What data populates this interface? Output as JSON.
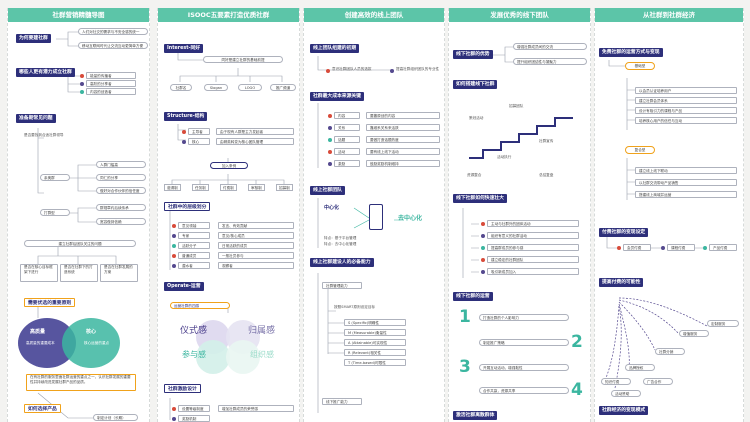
{
  "columns": [
    {
      "id": "c1",
      "title": "社群营销精髓导图"
    },
    {
      "id": "c2",
      "title": "ISOOC五要素打造优质社群"
    },
    {
      "id": "c3",
      "title": "创建高效的线上团队"
    },
    {
      "id": "c4",
      "title": "发展优秀的线下团队"
    },
    {
      "id": "c5",
      "title": "从社群到社群经济"
    }
  ],
  "c1": {
    "s1": "为何要建社群",
    "s1_items": [
      "人们对社交的需求与不安全感的统一",
      "移动互联网时代让交流互动更简单方便"
    ],
    "s2": "哪些人更有潜力成立社群",
    "s2_items": [
      "能量的传播者",
      "高阶的分享者",
      "内容的创造者"
    ],
    "s3": "准备期常见问题",
    "s3a": "是否要找到合适社群领导",
    "s3a_sub1": "亲奥群",
    "s3a_sub2": "打群型",
    "s3a_items": [
      "人群门槛高",
      "同仁的分享",
      "做好对合作伙伴的信任度"
    ],
    "s3b_items": [
      "群规章约后续传承",
      "宽容做到信赖"
    ],
    "s3c": "建立社群后团队关注的问题",
    "s3c_items": [
      "是否在核心目标框架下进行",
      "是否在社群下的打造系统",
      "是否在社群发展的方案"
    ],
    "s4": "需要优选的重要原则",
    "venn_left": "高质量的重要成本",
    "venn_right": "核心运营的重点",
    "venn_left_top": "高质量",
    "venn_right_top": "核心",
    "s4_note": "在有社群的服务里面社群运营的重点之一，认识社群发展的重要性并持续改进发展社群产品的品质。",
    "s5": "如何选择产品",
    "s5_item": "制定计划（长期）"
  },
  "c2": {
    "s1": "Interest-同好",
    "s1_sub": "同好是建立社群的基础前提",
    "s1_items": [
      "社群名",
      "Slogan",
      "LOGO",
      "推广频道"
    ],
    "s2": "Structure-结构",
    "s2_items": [
      "由于现有人群是主力发起者",
      "由精英转变为核心团队管理"
    ],
    "s2_sub": "加入条例",
    "s2_tags": [
      "邀请制",
      "任务制",
      "付费制",
      "审核制",
      "招募制"
    ],
    "s3": "社群中的层级划分",
    "s3_items": [
      "意见领袖",
      "专家",
      "活跃分子",
      "普通成员",
      "潜水者"
    ],
    "s3_right": [
      "发言、有效贡献",
      "意见/核心成员",
      "日常活跃的成员",
      "一般社员参与",
      "观察者"
    ],
    "s4": "Operate-运营",
    "s4_sub": "运营社群的四感",
    "feel": [
      "仪式感",
      "归属感",
      "参与感",
      "组织感"
    ],
    "s5": "社群激励设计",
    "s5_items": [
      "设置等级制度",
      "奖励机制"
    ]
  },
  "c3": {
    "s1": "线上团队组建的初期",
    "s1_items": [
      "意识社群团队人员的选拔",
      "提高社群组织团队的专业性"
    ],
    "s2": "社群最大成本来源关键",
    "s2_items": [
      "内容",
      "关系",
      "话题",
      "活动",
      "激励"
    ],
    "s2_right": [
      "要靠原创的内容",
      "靠维系关系来活跃",
      "要做打造话题热度",
      "要有线上线下活动",
      "鼓励奖励机制维持"
    ],
    "s3": "线上社群团队",
    "phone_title": "去中心化",
    "phone_cap": "中心化",
    "s3_note1": "特点：基于平台管理",
    "s3_note2": "特点：去中心化管理",
    "s4": "线上社群建设人的必备能力",
    "s4_sub1": "社群管理能力",
    "s4_items": [
      "按照SMART原则设定目标",
      "S (Specific)明确性",
      "M (Measurable)衡量性",
      "A (Attainable)可实现性",
      "R (Relevant)相关性",
      "T (Time-based)时限性"
    ],
    "s4_sub2": "线下推广能力"
  },
  "c4": {
    "s1": "线下社群的优势",
    "s1_items": [
      "增强社群成员间的交流",
      "提升组织团结性与凝聚力"
    ],
    "s2": "如何搭建线下社群",
    "stairs": [
      "招募团队",
      "策划活动",
      "社群宣传",
      "活动执行",
      "资源整合",
      "总结复盘"
    ],
    "s3": "线下社群如何快速壮大",
    "s3_items": [
      "主动与社群外的团体活动",
      "组织有意义的社群活动",
      "提高群成员的参与感",
      "建立稳定的社群团队",
      "吸引新成员加入"
    ],
    "s4": "线下社群的运营",
    "steps": [
      "打造社群的个人影响力",
      "制定推广策略",
      "开展互动活动，增强黏性",
      "合作共赢，资源共享"
    ],
    "step_nums": [
      "1",
      "2",
      "3",
      "4"
    ],
    "s5": "激活社群离散群体"
  },
  "c5": {
    "s1": "免费社群的运营方式与变现",
    "s1_sub": "基础型",
    "s1_items": [
      "以会员认证培养用户",
      "建立社群会员体系",
      "设计有吸引力的课程与产品",
      "培养核心用户的信任与互动"
    ],
    "s1_sub2": "复合型",
    "s1_items2": [
      "建立线上线下联动",
      "以社群交流带动产品销售",
      "搭建线上商城并运营"
    ],
    "s2": "付费社群的变现设定",
    "s2_items": [
      "会员付费",
      "课程付费",
      "产品付费"
    ],
    "s3": "提高付费的可能性",
    "fan": [
      "定制服务",
      "增值服务",
      "社群分销",
      "品牌授权",
      "知识付费",
      "广告合作",
      "活动赞助"
    ],
    "s4": "社群经济的变现模式"
  }
}
